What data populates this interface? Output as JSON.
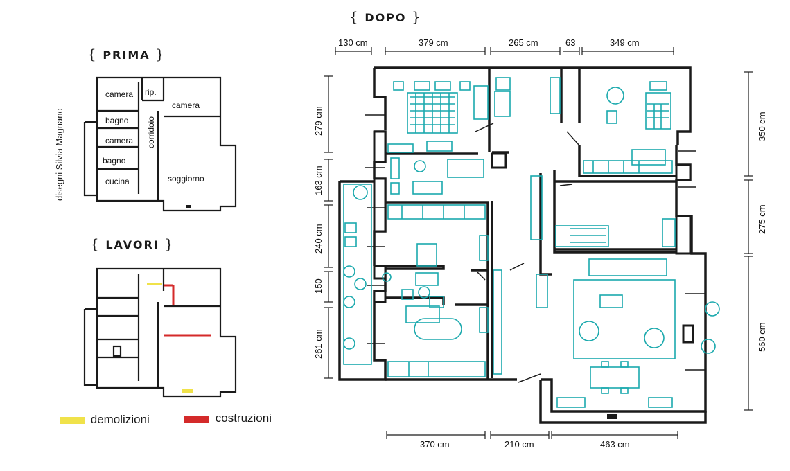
{
  "titles": {
    "prima": "PRIMA",
    "lavori": "LAVORI",
    "dopo": "DOPO",
    "brace_open": "{",
    "brace_close": "}"
  },
  "credit": "disegni Silvia Magnano",
  "prima_rooms": {
    "camera_top": "camera",
    "rip": "rip.",
    "camera_right": "camera",
    "corridoio": "corridoio",
    "bagno_top": "bagno",
    "camera_mid": "camera",
    "bagno_small": "bagno",
    "cucina": "cucina",
    "soggiorno": "soggiorno"
  },
  "legend": {
    "demolizioni": "demolizioni",
    "costruzioni": "costruzioni",
    "demolizioni_color": "#f0e24a",
    "costruzioni_color": "#d42a2a"
  },
  "dims_top": [
    "130 cm",
    "379 cm",
    "265 cm",
    "63",
    "349 cm"
  ],
  "dims_left": [
    "279 cm",
    "163 cm",
    "240 cm",
    "150",
    "261 cm"
  ],
  "dims_right": [
    "350 cm",
    "275 cm",
    "560 cm"
  ],
  "dims_bottom": [
    "370 cm",
    "210 cm",
    "463 cm"
  ],
  "colors": {
    "wall": "#1a1a1a",
    "furniture": "#1aa9ad",
    "dim": "#1a1a1a"
  }
}
